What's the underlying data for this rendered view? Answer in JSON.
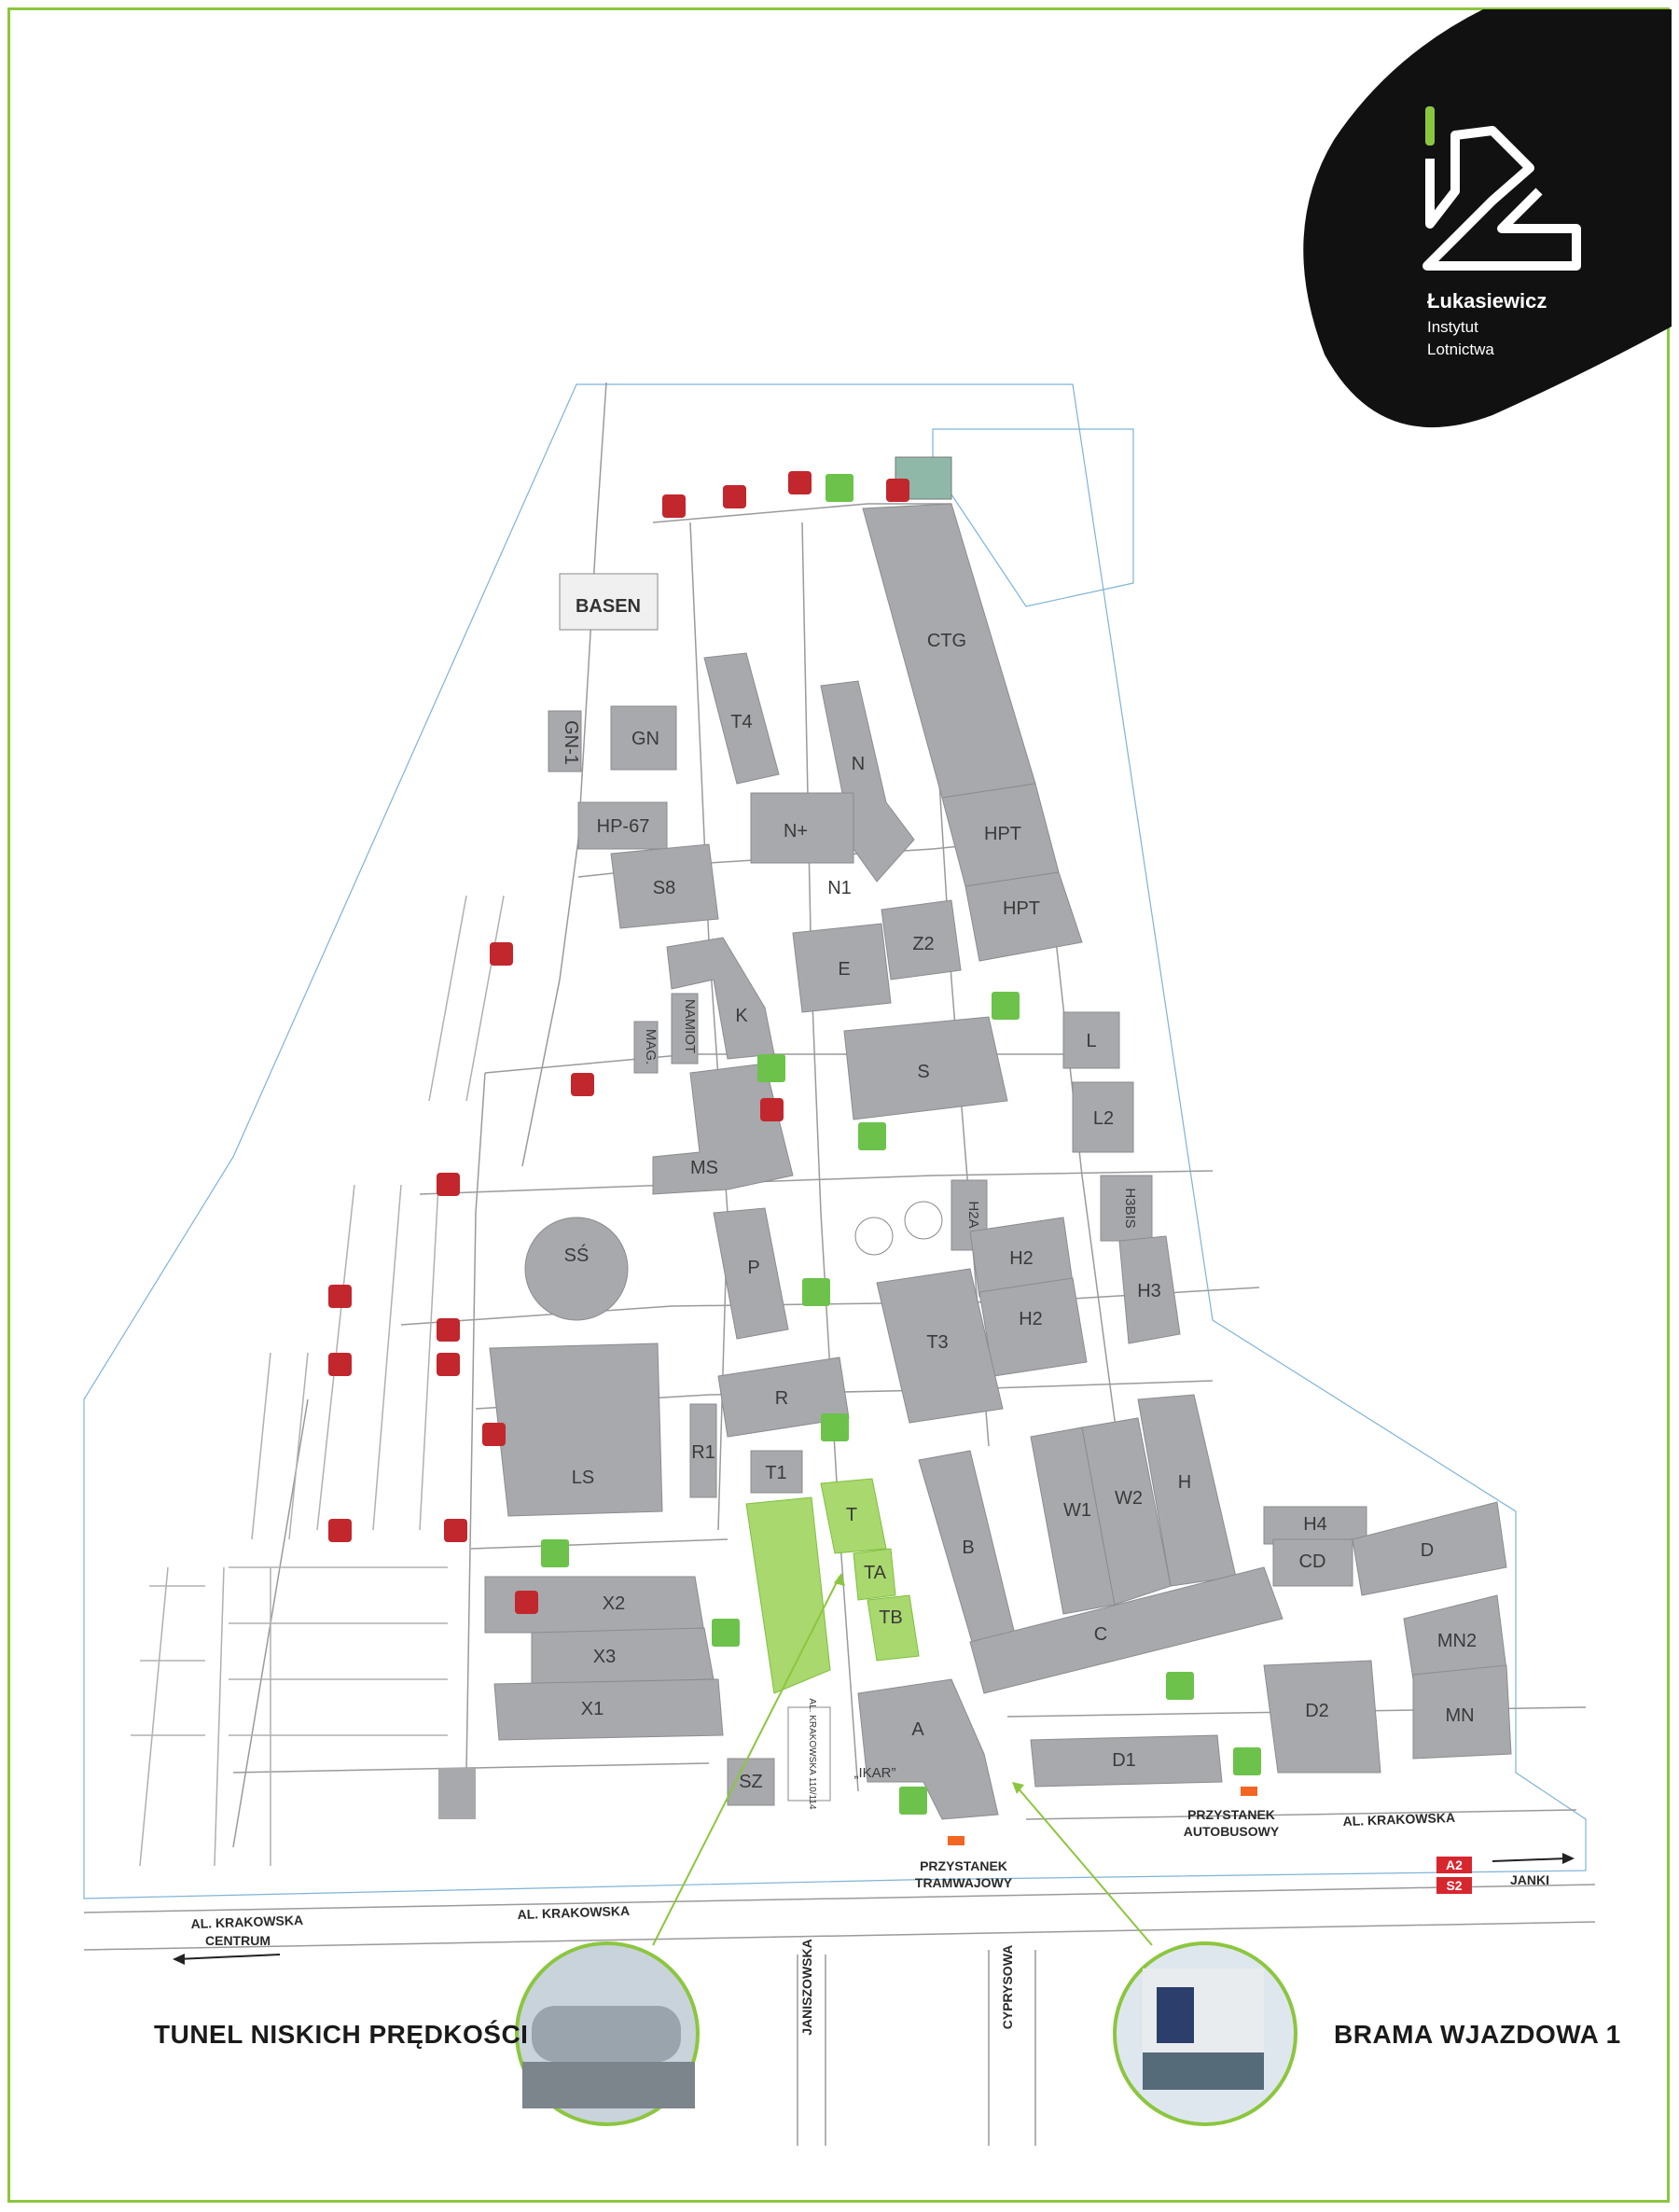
{
  "logo": {
    "name": "Łukasiewicz",
    "line1": "Instytut",
    "line2": "Lotnictwa"
  },
  "colors": {
    "brand_green": "#8cc63f",
    "building_gray": "#a7a9ac",
    "highlight_green": "#a9d86e",
    "fire_red": "#c1272d",
    "assembly_green": "#6cc24a",
    "tram_orange": "#f26522"
  },
  "buildings": {
    "basen": "BASEN",
    "gn1": "GN-1",
    "gn": "GN",
    "t4": "T4",
    "ctg": "CTG",
    "n": "N",
    "nplus": "N+",
    "n1": "N1",
    "hpt_a": "HPT",
    "hpt_b": "HPT",
    "hp67": "HP-67",
    "s8": "S8",
    "e": "E",
    "z2": "Z2",
    "k": "K",
    "namiot": "NAMIOT",
    "mag": "MAG.",
    "s": "S",
    "l": "L",
    "l2": "L2",
    "ms": "MS",
    "h3bis": "H3BIS",
    "h2a": "H2A",
    "ss": "SŚ",
    "p": "P",
    "h2_a": "H2",
    "h2_b": "H2",
    "h3": "H3",
    "t3": "T3",
    "r": "R",
    "r1": "R1",
    "t1": "T1",
    "ls": "LS",
    "w1": "W1",
    "w2": "W2",
    "h": "H",
    "t": "T",
    "ta": "TA",
    "tb": "TB",
    "b": "B",
    "h4": "H4",
    "cd": "CD",
    "d": "D",
    "x2": "X2",
    "x3": "X3",
    "x1": "X1",
    "c": "C",
    "mn2": "MN2",
    "mn": "MN",
    "a": "A",
    "d2": "D2",
    "d1": "D1",
    "sz": "SZ",
    "ikar": "„IKAR”",
    "krak_sign": "AL. KRAKOWSKA 110/114"
  },
  "streets": {
    "krakowska_1": "AL. KRAKOWSKA",
    "krakowska_2": "AL. KRAKOWSKA",
    "krakowska_3": "AL. KRAKOWSKA",
    "janiszowska": "JANISZOWSKA",
    "cyprysowa": "CYPRYSOWA",
    "centrum": "CENTRUM",
    "janki": "JANKI",
    "a2": "A2",
    "s2": "S2"
  },
  "stops": {
    "tram_line1": "PRZYSTANEK",
    "tram_line2": "TRAMWAJOWY",
    "bus_line1": "PRZYSTANEK",
    "bus_line2": "AUTOBUSOWY"
  },
  "callouts": {
    "tunnel": "TUNEL NISKICH PRĘDKOŚCI",
    "gate": "BRAMA WJAZDOWA 1"
  }
}
